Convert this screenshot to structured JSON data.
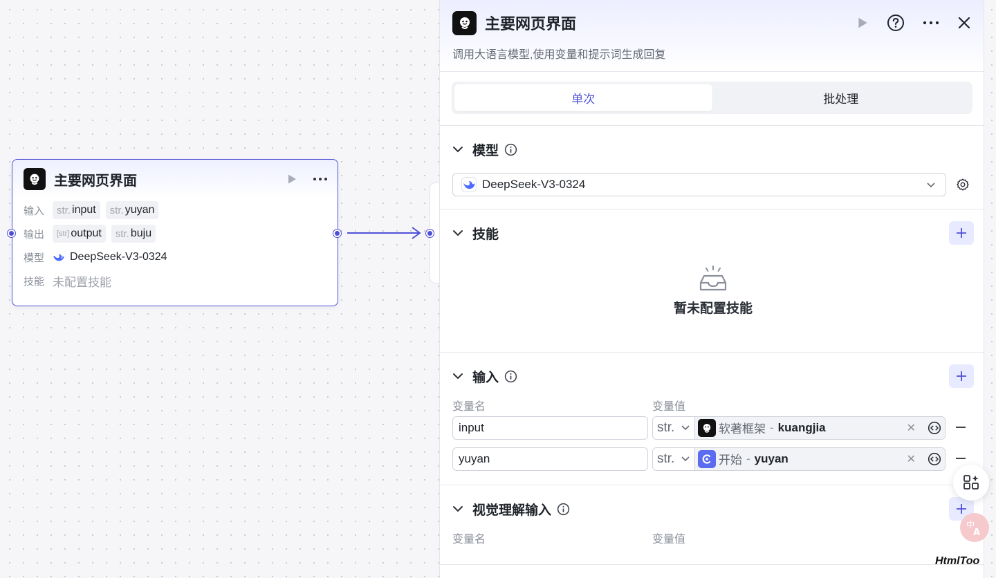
{
  "node": {
    "title": "主要网页界面",
    "input_label": "输入",
    "output_label": "输出",
    "model_label": "模型",
    "skill_label": "技能",
    "inputs": [
      {
        "type": "str.",
        "name": "input"
      },
      {
        "type": "str.",
        "name": "yuyan"
      }
    ],
    "outputs": [
      {
        "type": "[str]",
        "name": "output"
      },
      {
        "type": "str.",
        "name": "buju"
      }
    ],
    "model": "DeepSeek-V3-0324",
    "skill": "未配置技能"
  },
  "panel": {
    "title": "主要网页界面",
    "description": "调用大语言模型,使用变量和提示词生成回复",
    "tabs": [
      {
        "label": "单次",
        "active": true
      },
      {
        "label": "批处理",
        "active": false
      }
    ],
    "model_section": {
      "title": "模型",
      "selected": "DeepSeek-V3-0324"
    },
    "skill_section": {
      "title": "技能",
      "empty_text": "暂未配置技能"
    },
    "input_section": {
      "title": "输入",
      "col_name": "变量名",
      "col_value": "变量值",
      "rows": [
        {
          "name": "input",
          "type": "str.",
          "source": "软著框架",
          "separator": "-",
          "ref": "kuangjia",
          "source_icon": "node-logo-icon"
        },
        {
          "name": "yuyan",
          "type": "str.",
          "source": "开始",
          "separator": "-",
          "ref": "yuyan",
          "source_icon": "start-icon"
        }
      ]
    },
    "vision_section": {
      "title": "视觉理解输入",
      "col_name": "变量名",
      "col_value": "变量值"
    }
  },
  "watermark": "HtmlToo",
  "colors": {
    "accent": "#4e4fd6",
    "accent_light": "#e8ebff",
    "start_icon": "#5b6cf0"
  }
}
